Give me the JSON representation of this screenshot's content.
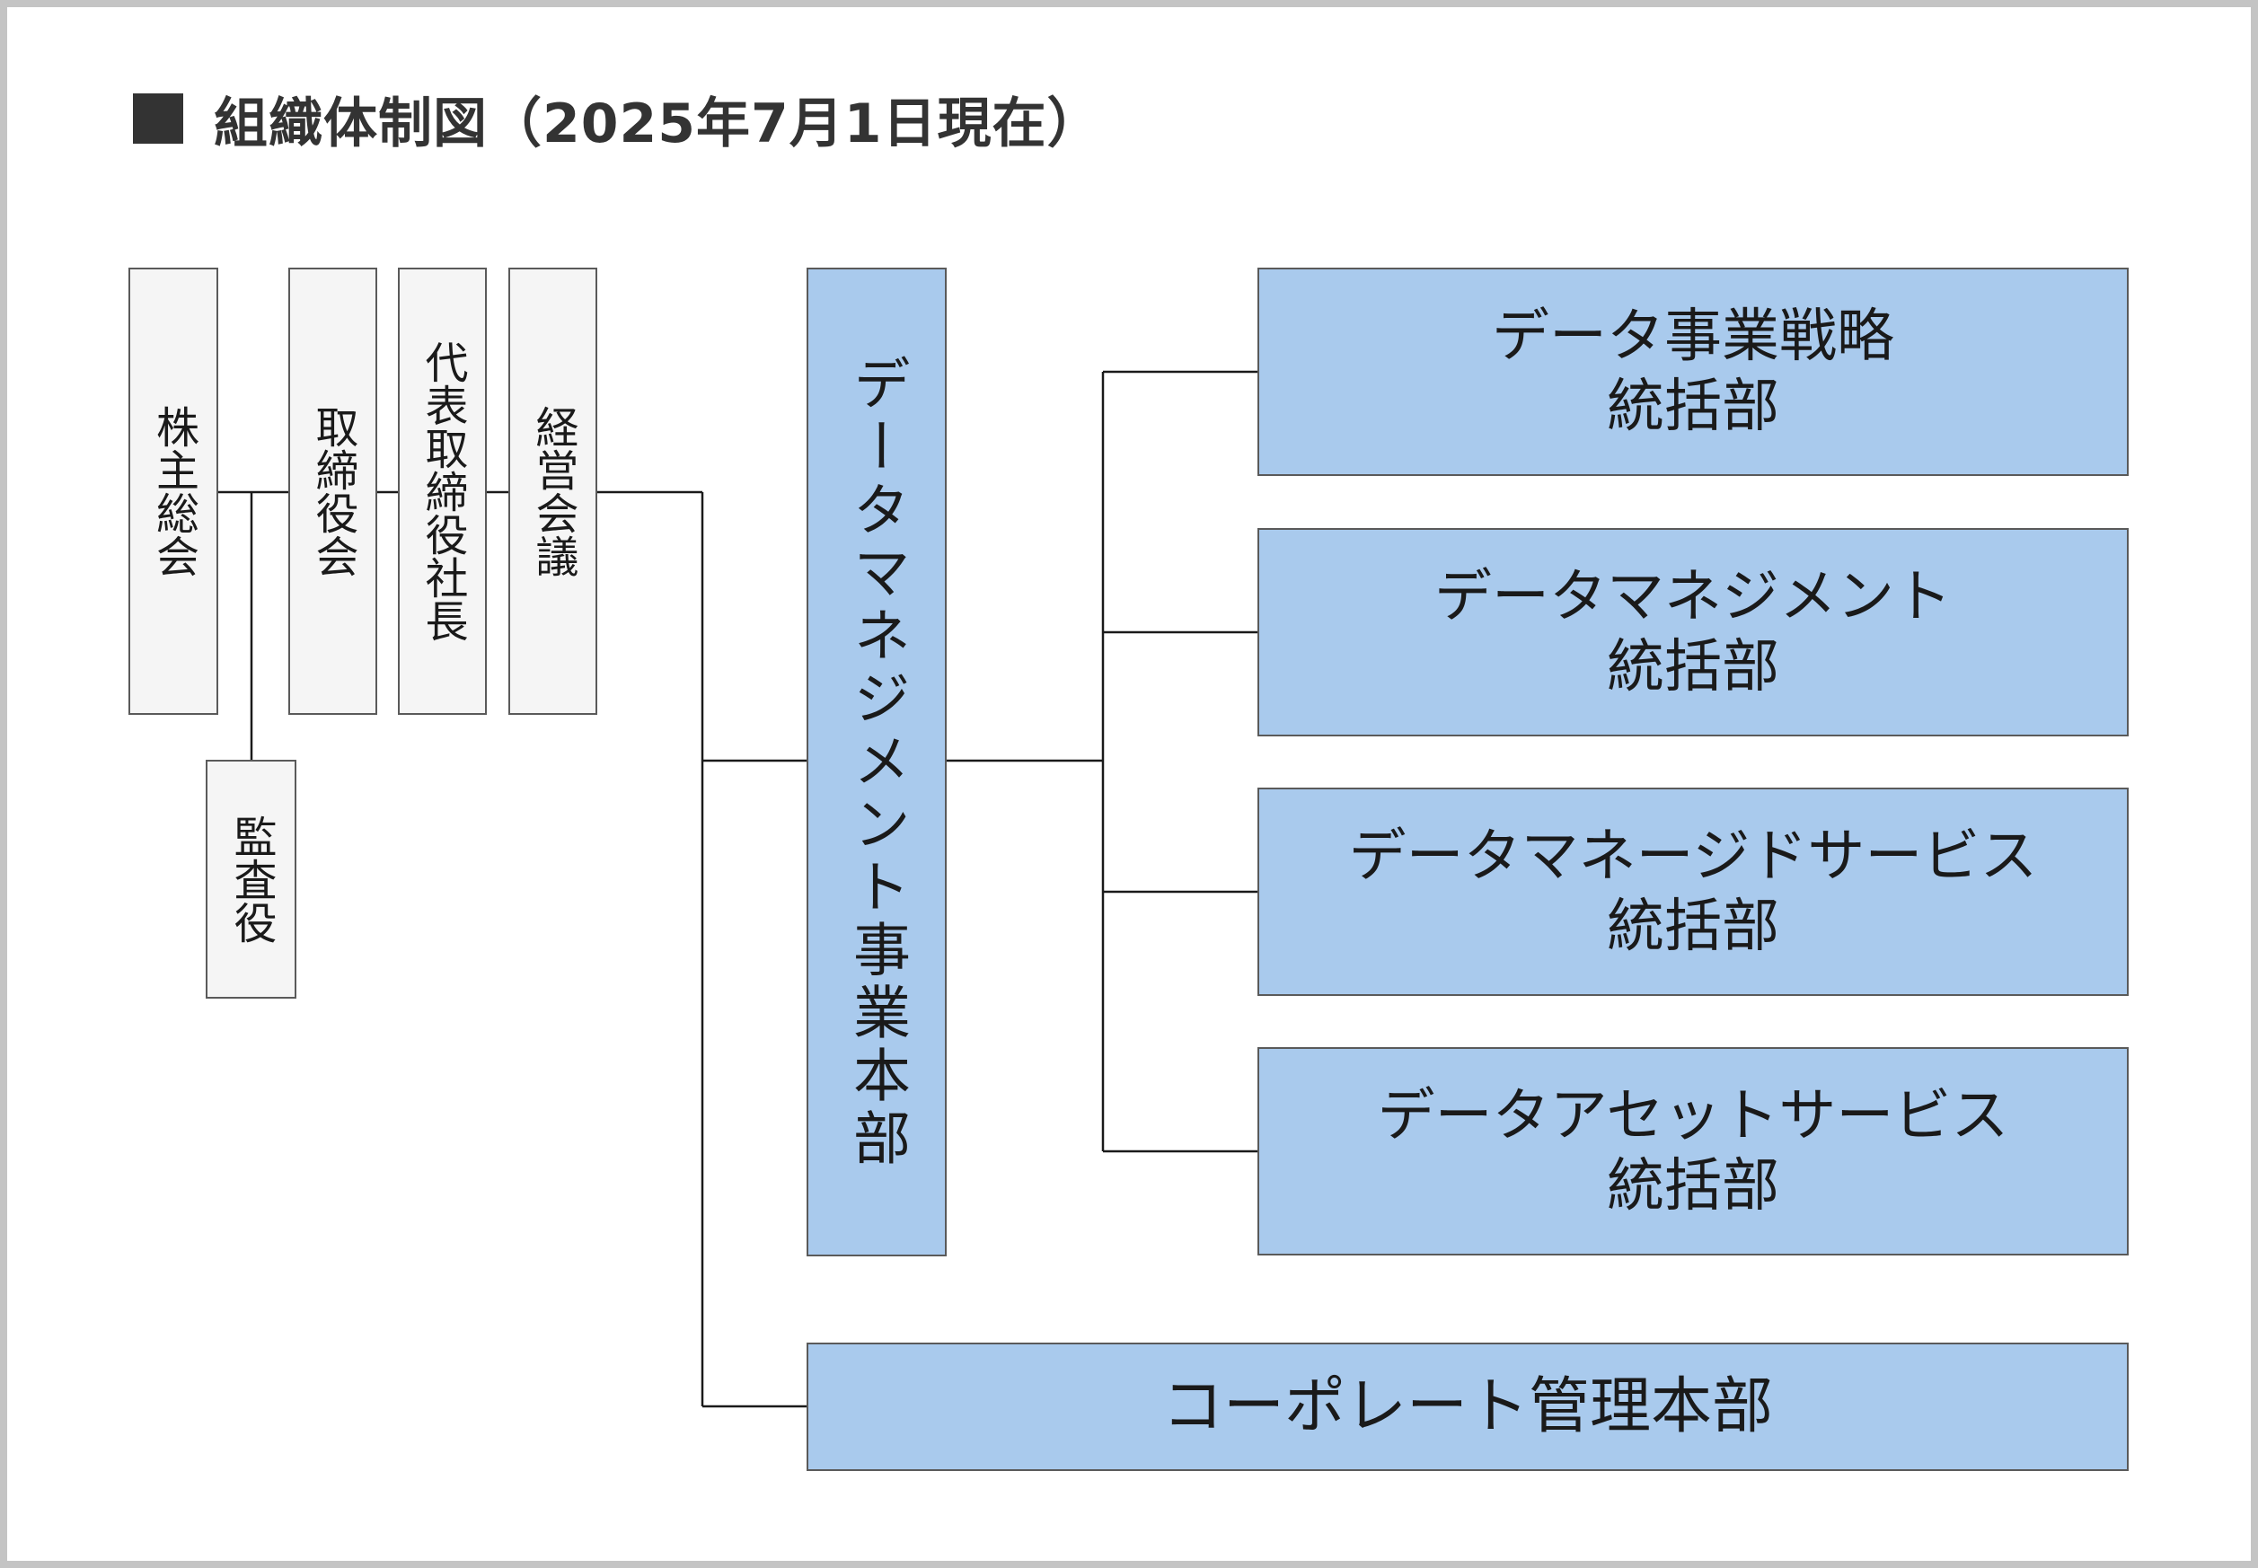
{
  "title": "組織体制図（2025年7月1日現在）",
  "governance": {
    "shareholders_meeting": "株主総会",
    "auditor": "監査役",
    "board": "取締役会",
    "president": "代表取締役社長",
    "management_meeting": "経営会議"
  },
  "divisions": {
    "data_management_hq": "データマネジメント事業本部",
    "corporate_hq": "コーポレート管理本部"
  },
  "departments": [
    {
      "line1": "データ事業戦略",
      "line2": "統括部"
    },
    {
      "line1": "データマネジメント",
      "line2": "統括部"
    },
    {
      "line1": "データマネージドサービス",
      "line2": "統括部"
    },
    {
      "line1": "データアセットサービス",
      "line2": "統括部"
    }
  ],
  "colors": {
    "division_fill": "#a9caed",
    "governance_fill": "#f5f5f5",
    "border": "#5a5a5a",
    "title_square": "#333333",
    "frame": "#c4c4c4"
  }
}
